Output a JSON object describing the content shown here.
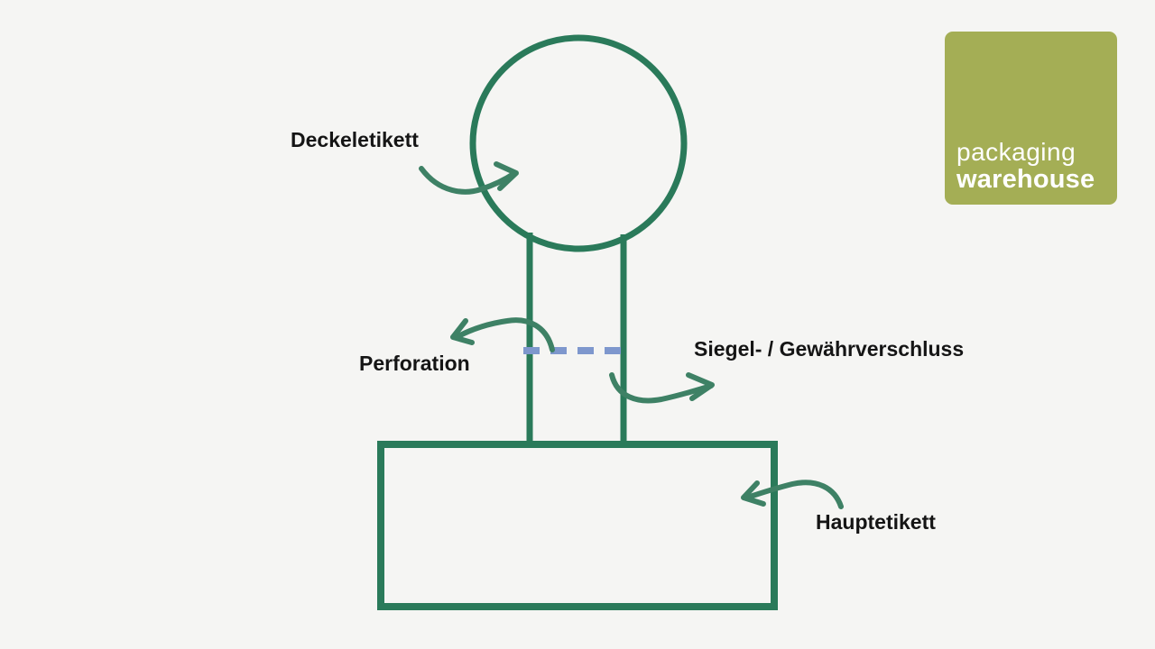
{
  "page": {
    "background_color": "#f5f5f3"
  },
  "diagram": {
    "labels": {
      "deckeletikett": "Deckeletikett",
      "perforation": "Perforation",
      "siegel": "Siegel- / Gewährverschluss",
      "hauptetikett": "Hauptetikett"
    },
    "colors": {
      "outline_green": "#2a7a5a",
      "arrow_green": "#3e8165",
      "perforation_blue": "#7e97cd",
      "label_text": "#151515"
    }
  },
  "logo": {
    "line1": "packaging",
    "line2": "warehouse",
    "background_color": "#a4ae55",
    "text_color": "#ffffff"
  }
}
